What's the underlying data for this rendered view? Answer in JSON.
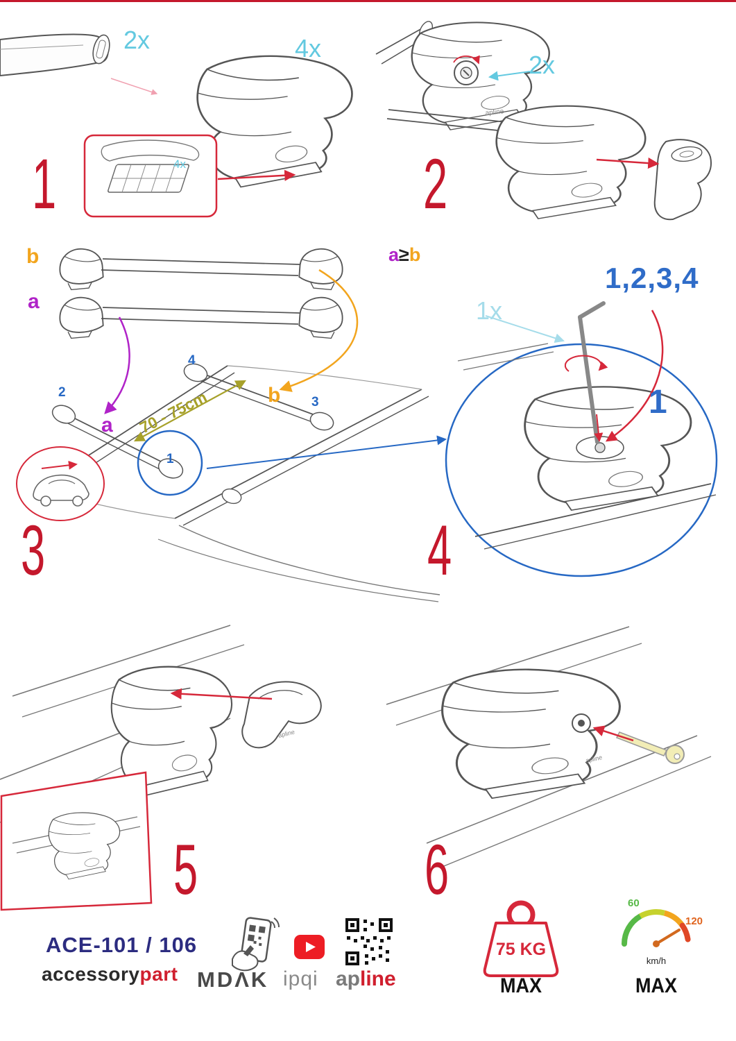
{
  "steps": {
    "s1": {
      "num": "1",
      "bar_qty": "2x",
      "foot_qty": "4x",
      "pad_qty": "4x"
    },
    "s2": {
      "num": "2",
      "lock_qty": "2x"
    },
    "s3": {
      "num": "3",
      "bar_a_label": "a",
      "bar_b_label": "b",
      "distance": "70 - 75cm",
      "pos1": "1",
      "pos2": "2",
      "pos3": "3",
      "pos4": "4",
      "pos_a": "a",
      "pos_b": "b"
    },
    "s4": {
      "num": "4",
      "cond_a": "a",
      "cond_op": "≥",
      "cond_b": "b",
      "tighten_order": "1,2,3,4",
      "tool_qty": "1x",
      "first_pos": "1"
    },
    "s5": {
      "num": "5"
    },
    "s6": {
      "num": "6"
    }
  },
  "branding": {
    "model": "ACE-101 / 106",
    "brand_gray": "accessory",
    "brand_red": "part",
    "partner1": "MDΛK",
    "partner2": "ipqi",
    "partner3_gray": "ap",
    "partner3_red": "line",
    "clamp_logo": "apline"
  },
  "limits": {
    "max_load": "75 KG",
    "load_max_label": "MAX",
    "speed_green": "60",
    "speed_red": "120",
    "speed_unit": "km/h",
    "speed_max_label": "MAX"
  },
  "icons": {
    "youtube": "play-button",
    "qr": "qr-code",
    "phone": "phone-scan-qr",
    "weight": "kettlebell-weight",
    "speed": "speedometer"
  },
  "colors": {
    "step_red": "#c4182c",
    "arrow_red": "#d6283a",
    "annotation_cyan": "#63c9e0",
    "order_blue": "#2668c4",
    "label_purple": "#b023c8",
    "label_orange": "#f2a51e",
    "distance_olive": "#a7a12a",
    "model_navy": "#2c2c80",
    "brand_red": "#d01f2e"
  }
}
